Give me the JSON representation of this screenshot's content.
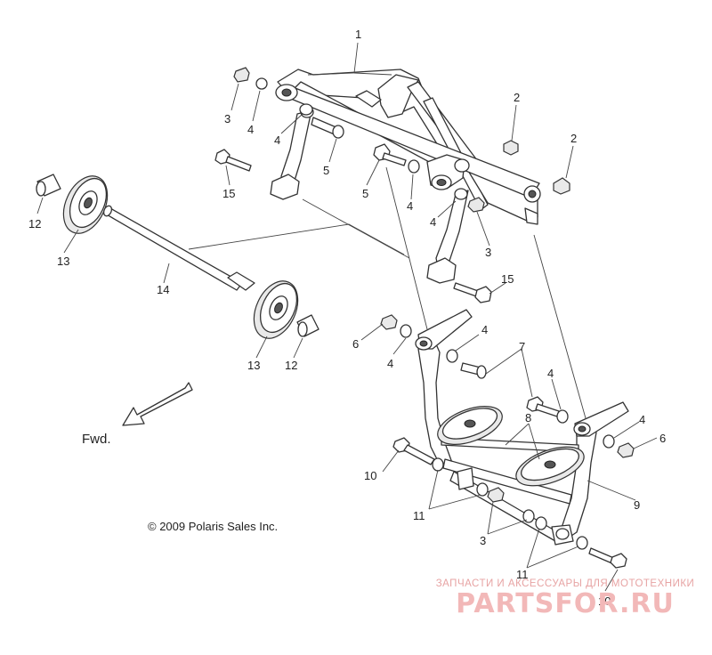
{
  "callouts": [
    "1",
    "2",
    "2",
    "3",
    "4",
    "4",
    "5",
    "15",
    "5",
    "4",
    "4",
    "3",
    "15",
    "12",
    "13",
    "14",
    "13",
    "12",
    "6",
    "4",
    "4",
    "7",
    "4",
    "8",
    "4",
    "6",
    "10",
    "9",
    "11",
    "3",
    "11",
    "10"
  ],
  "direction_label": "Fwd.",
  "copyright": "© 2009 Polaris Sales Inc.",
  "watermark": {
    "tagline": "ЗАПЧАСТИ И АКСЕССУАРЫ ДЛЯ МОТОТЕХНИКИ",
    "logo": "PARTSFOR.RU"
  },
  "colors": {
    "line": "#333333",
    "watermark": "#f2b8b8"
  }
}
